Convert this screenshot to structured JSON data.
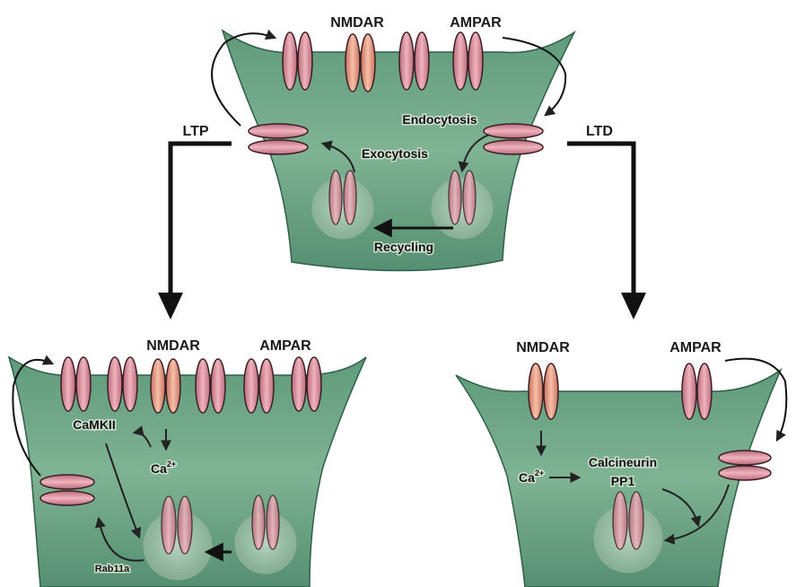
{
  "colors": {
    "spine_light": "#6fa789",
    "spine_dark": "#3d7a5b",
    "receptor_fill": "#d98c99",
    "receptor_stroke": "#3a1f24",
    "nmdar_fill": "#e89a8a",
    "arrow": "#111111"
  },
  "top": {
    "nmdar": "NMDAR",
    "ampar": "AMPAR",
    "endocytosis": "Endocytosis",
    "exocytosis": "Exocytosis",
    "recycling": "Recycling"
  },
  "branches": {
    "ltp": "LTP",
    "ltd": "LTD"
  },
  "ltp_panel": {
    "nmdar": "NMDAR",
    "ampar": "AMPAR",
    "camkii": "CaMKII",
    "ca": "Ca",
    "ca_sup": "2+",
    "rab": "Rab11a"
  },
  "ltd_panel": {
    "nmdar": "NMDAR",
    "ampar": "AMPAR",
    "ca": "Ca",
    "ca_sup": "2+",
    "calcineurin": "Calcineurin",
    "pp1": "PP1"
  }
}
